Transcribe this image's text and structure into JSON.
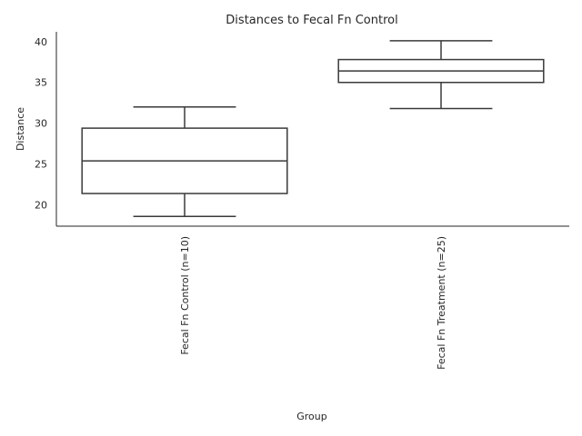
{
  "chart_data": {
    "type": "box",
    "title": "Distances to Fecal Fn Control",
    "xlabel": "Group",
    "ylabel": "Distance",
    "ylim": [
      17.4,
      41.2
    ],
    "yticks": [
      20,
      25,
      30,
      35,
      40
    ],
    "grid": false,
    "categories": [
      "Fecal Fn Control (n=10)",
      "Fecal Fn Treatment (n=25)"
    ],
    "boxes": [
      {
        "min": 18.6,
        "q1": 21.4,
        "median": 25.4,
        "q3": 29.4,
        "max": 32.0
      },
      {
        "min": 31.8,
        "q1": 35.0,
        "median": 36.4,
        "q3": 37.8,
        "max": 40.1
      }
    ]
  }
}
